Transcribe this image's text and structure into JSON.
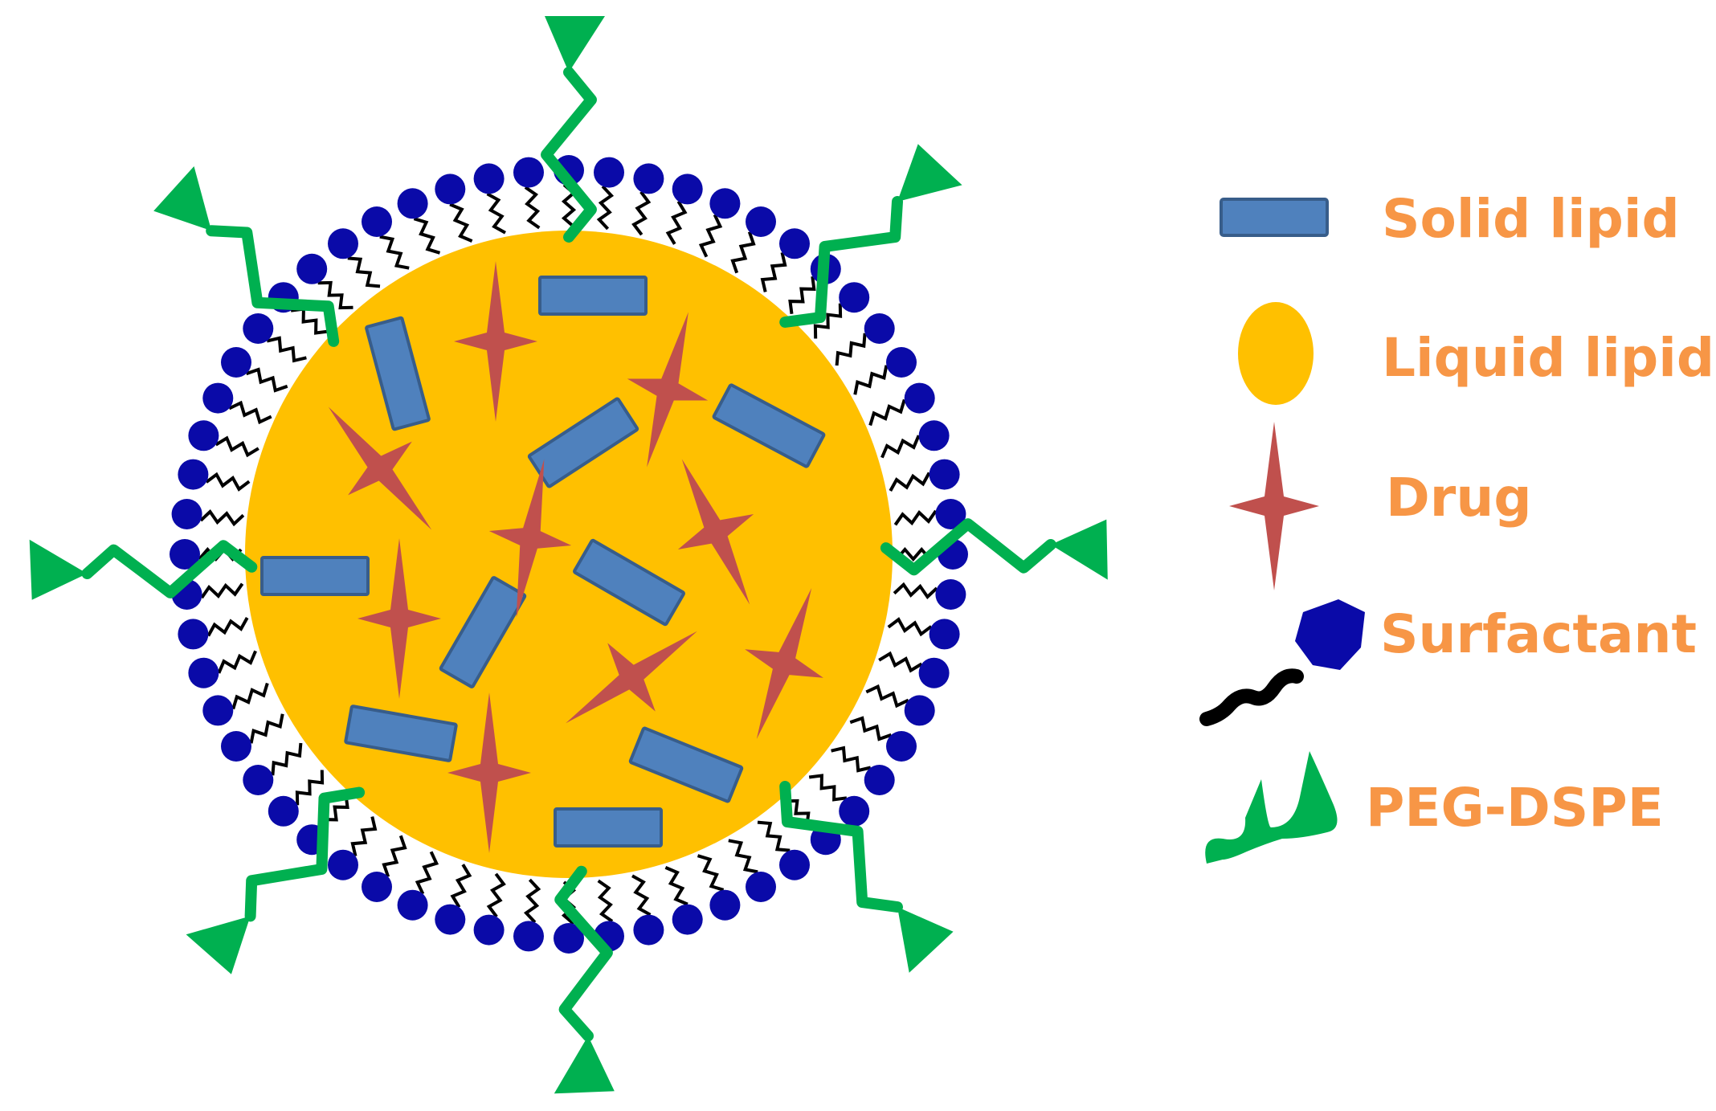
{
  "colors": {
    "solid_lipid_fill": "#4f81bd",
    "solid_lipid_stroke": "#385d8a",
    "liquid_lipid": "#ffc000",
    "drug": "#c0504d",
    "surfactant_head": "#0a0aa8",
    "surfactant_tail": "#000000",
    "peg_dspe": "#00b050",
    "label_text": "#f79646"
  },
  "legend": {
    "solid_lipid": "Solid lipid",
    "liquid_lipid": "Liquid lipid",
    "drug": "Drug",
    "surfactant": "Surfactant",
    "peg_dspe": "PEG-DSPE"
  }
}
